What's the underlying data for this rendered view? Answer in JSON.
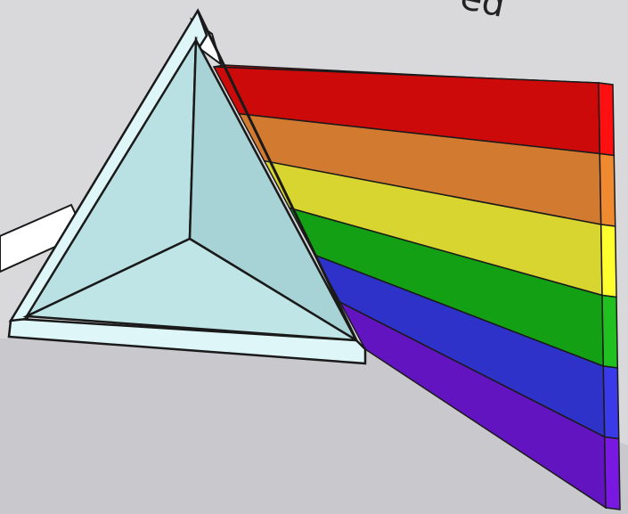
{
  "diagram": {
    "top_label_fragment": "ed",
    "colors": {
      "background": "#d9d9dc",
      "floor": "#c8c8cd",
      "prism_face": "#b9e1e3",
      "prism_face_shadow": "#a8d3d6",
      "prism_rim": "#dff6f8",
      "incoming_beam": "#ffffff",
      "outline": "#1a1a1a"
    },
    "spectrum_bands": [
      {
        "name": "red",
        "face": "#cc0a0a",
        "edge": "#ff1010"
      },
      {
        "name": "orange",
        "face": "#d27a30",
        "edge": "#f08a30"
      },
      {
        "name": "yellow",
        "face": "#d8d430",
        "edge": "#ffff30"
      },
      {
        "name": "green",
        "face": "#14a014",
        "edge": "#20c020"
      },
      {
        "name": "blue",
        "face": "#2e32c8",
        "edge": "#3a3ae8"
      },
      {
        "name": "violet",
        "face": "#6214c0",
        "edge": "#7818e0"
      }
    ]
  }
}
